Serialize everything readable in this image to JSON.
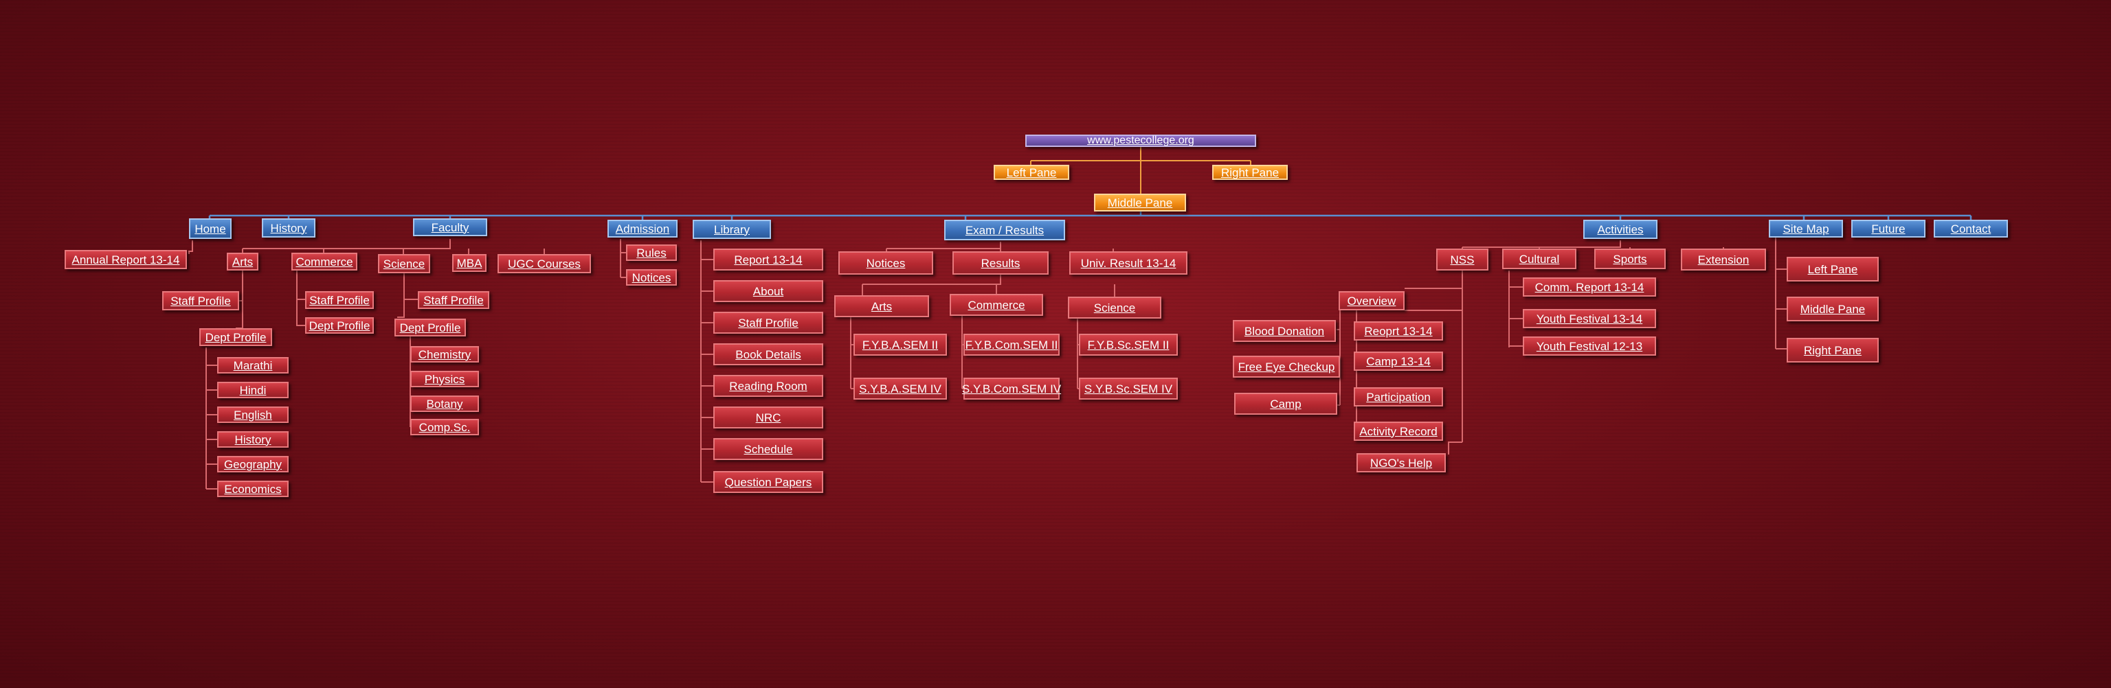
{
  "colors": {
    "background": "#6e0f18",
    "red_node": "#b52830",
    "blue_node": "#3a6fb8",
    "orange_node": "#f08a12",
    "purple_node": "#7256ad",
    "connector_blue": "#5b8fd0",
    "connector_red": "#d96a6e",
    "connector_orange": "#f0a040"
  },
  "root": "www.pestecollege.org",
  "panes": {
    "left": "Left Pane",
    "right": "Right Pane",
    "middle": "Middle Pane"
  },
  "top": {
    "home": "Home",
    "history": "History",
    "faculty": "Faculty",
    "admission": "Admission",
    "library": "Library",
    "exam": "Exam / Results",
    "activities": "Activities",
    "sitemap": "Site Map",
    "future": "Future",
    "contact": "Contact"
  },
  "home": {
    "annual_report": "Annual Report 13-14"
  },
  "faculty": {
    "arts": "Arts",
    "commerce": "Commerce",
    "science": "Science",
    "mba": "MBA",
    "ugc": "UGC Courses",
    "arts_staff": "Staff Profile",
    "arts_dept": "Dept Profile",
    "arts_depts": [
      "Marathi",
      "Hindi",
      "English",
      "History",
      "Geography",
      "Economics"
    ],
    "commerce_staff": "Staff Profile",
    "commerce_dept": "Dept Profile",
    "science_staff": "Staff Profile",
    "science_dept": "Dept Profile",
    "science_depts": [
      "Chemistry",
      "Physics",
      "Botany",
      "Comp.Sc."
    ]
  },
  "admission": {
    "rules": "Rules",
    "notices": "Notices"
  },
  "library": {
    "items": [
      "Report 13-14",
      "About",
      "Staff Profile",
      "Book Details",
      "Reading Room",
      "NRC",
      "Schedule",
      "Question Papers"
    ]
  },
  "exam": {
    "notices": "Notices",
    "results": "Results",
    "univ": "Univ. Result 13-14",
    "arts": "Arts",
    "commerce": "Commerce",
    "science": "Science",
    "arts_sems": [
      "F.Y.B.A.SEM II",
      "S.Y.B.A.SEM IV"
    ],
    "commerce_sems": [
      "F.Y.B.Com.SEM II",
      "S.Y.B.Com.SEM IV"
    ],
    "science_sems": [
      "F.Y.B.Sc.SEM II",
      "S.Y.B.Sc.SEM IV"
    ]
  },
  "activities": {
    "nss": "NSS",
    "cultural": "Cultural",
    "sports": "Sports",
    "extension": "Extension",
    "overview": "Overview",
    "camp_items": [
      "Blood Donation",
      "Free Eye Checkup",
      "Camp"
    ],
    "nss_items": [
      "Reoprt 13-14",
      "Camp 13-14",
      "Participation",
      "Activity Record",
      "NGO's Help"
    ],
    "cultural_items": [
      "Comm. Report 13-14",
      "Youth Festival 13-14",
      "Youth Festival 12-13"
    ]
  },
  "sitemap": {
    "items": [
      "Left Pane",
      "Middle Pane",
      "Right Pane"
    ]
  }
}
